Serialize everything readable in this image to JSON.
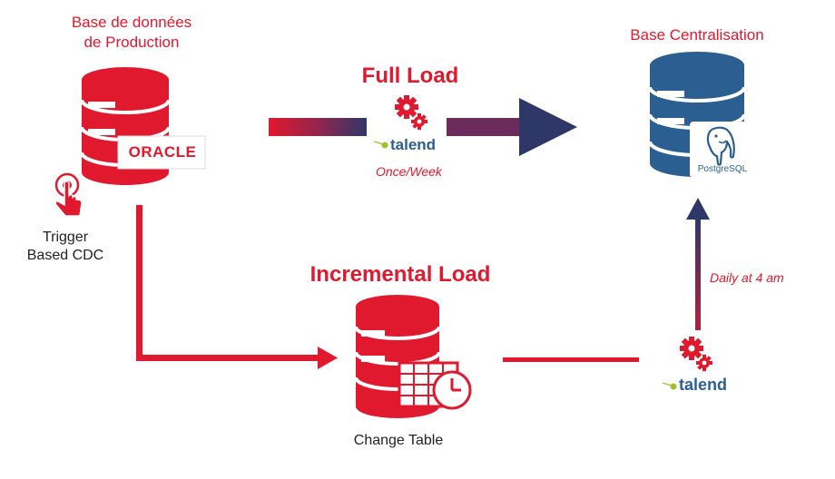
{
  "source": {
    "title_line1": "Base de données",
    "title_line2": "de Production",
    "logo": "ORACLE"
  },
  "target": {
    "title": "Base Centralisation",
    "logo": "PostgreSQL"
  },
  "full_load": {
    "title": "Full Load",
    "tool": "talend",
    "schedule": "Once/Week"
  },
  "incremental_load": {
    "title": "Incremental Load",
    "table_label": "Change Table",
    "tool": "talend",
    "schedule": "Daily at 4 am"
  },
  "trigger": {
    "line1": "Trigger",
    "line2": "Based CDC",
    "icon": "pointer-click-icon"
  },
  "colors": {
    "red": "#e1192e",
    "blue": "#2b5f91",
    "navy": "#2e3868",
    "label_dark": "#222222"
  }
}
